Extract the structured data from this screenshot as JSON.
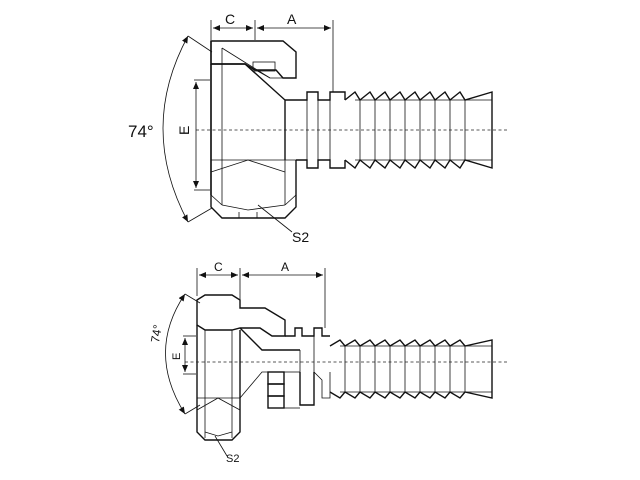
{
  "top_view": {
    "dim_c": "C",
    "dim_a": "A",
    "dim_e": "E",
    "angle": "74°",
    "nut_size": "S2"
  },
  "bottom_view": {
    "dim_c": "C",
    "dim_a": "A",
    "dim_e": "E",
    "angle": "74°",
    "nut_size": "S2"
  }
}
